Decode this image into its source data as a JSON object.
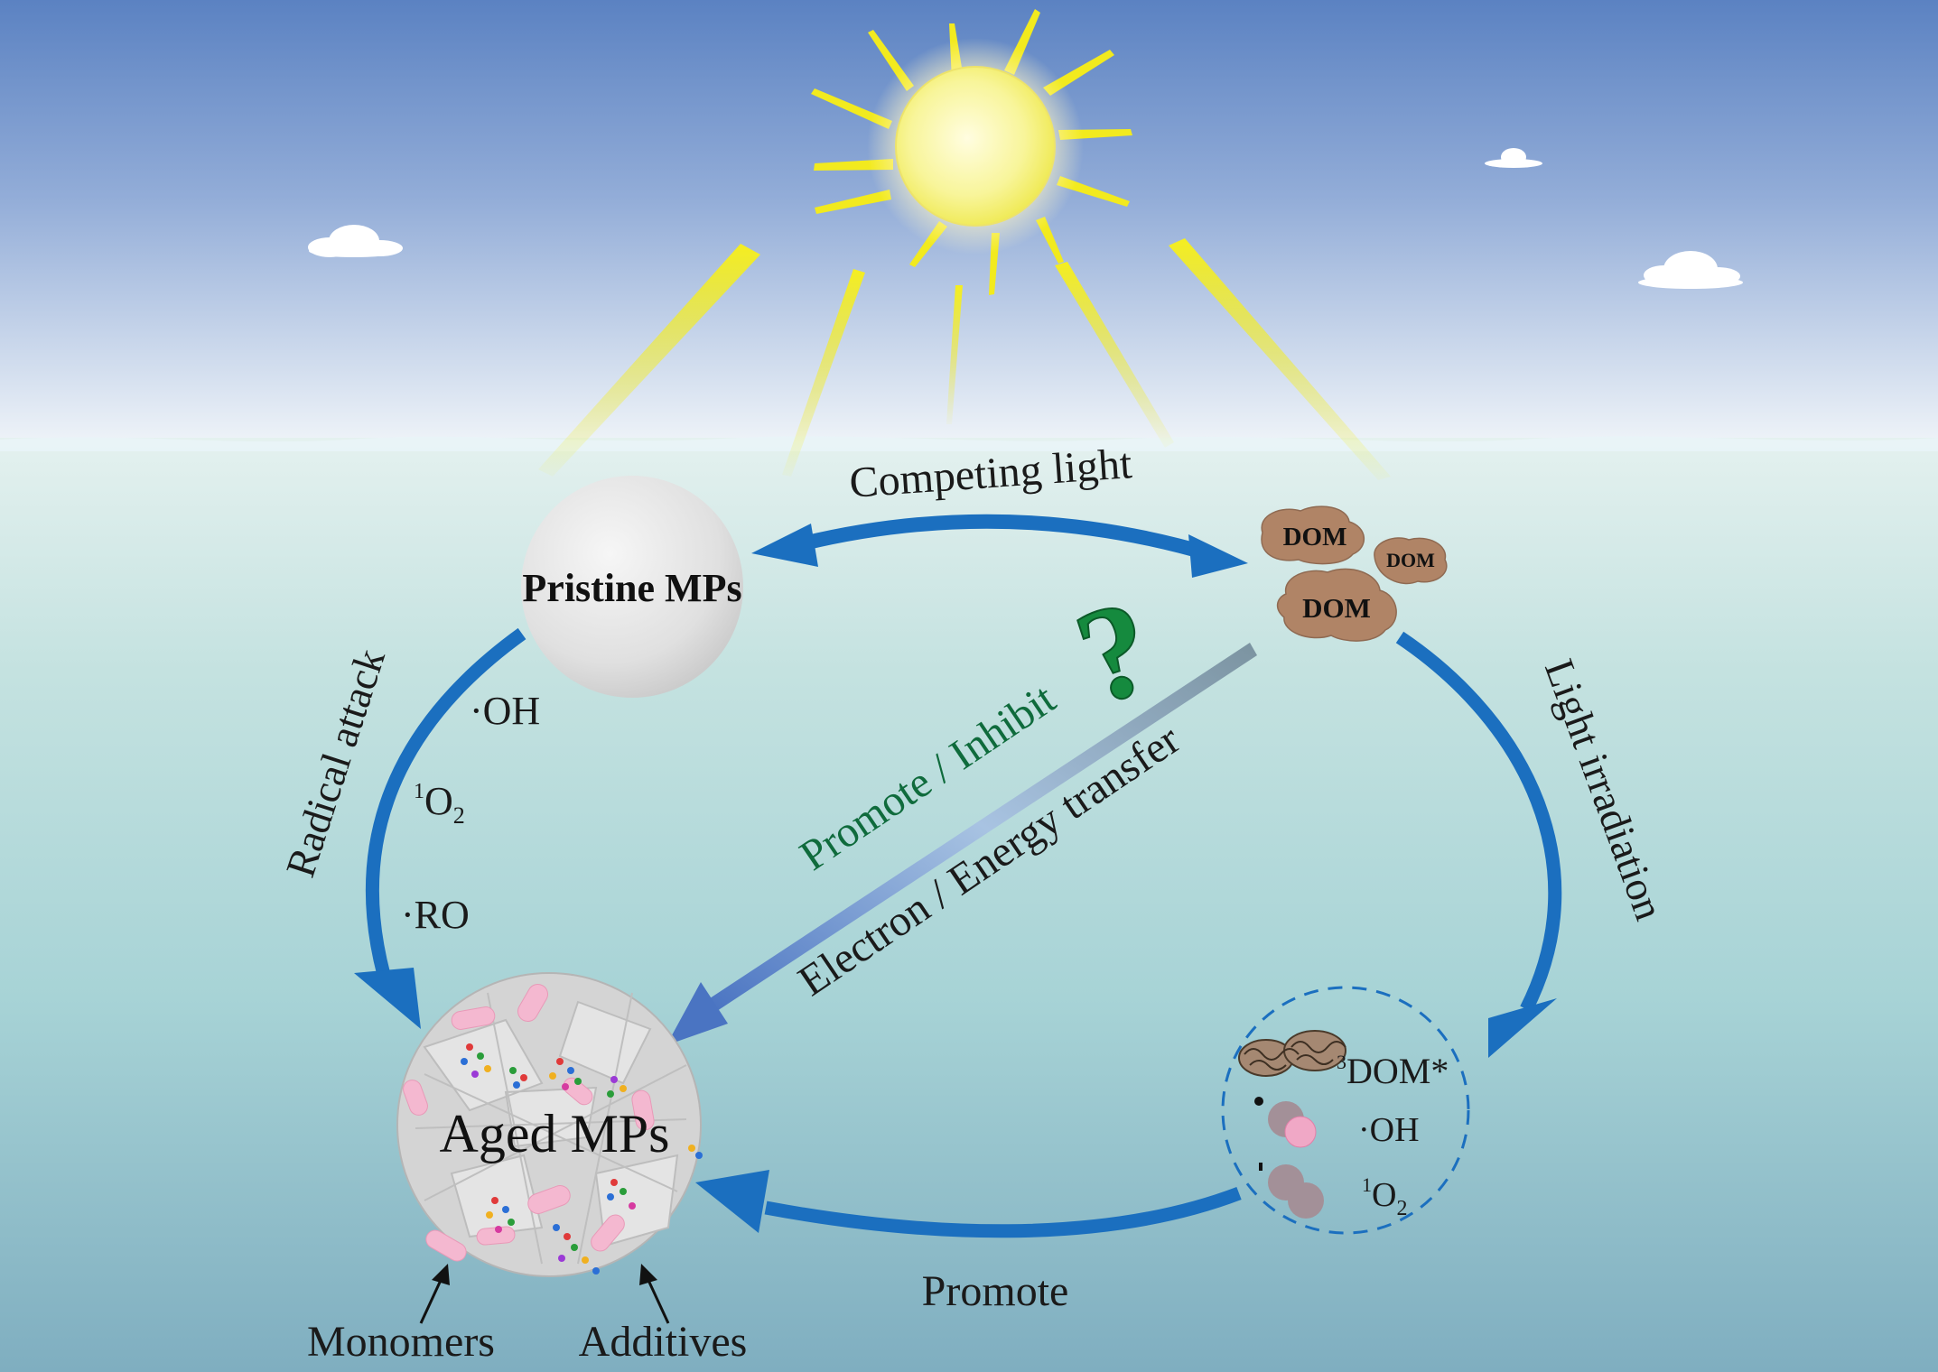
{
  "labels": {
    "pristine_mps": "Pristine MPs",
    "aged_mps": "Aged MPs",
    "dom": "DOM",
    "competing_light": "Competing light",
    "radical_attack": "Radical attack",
    "light_irradiation": "Light irradiation",
    "promote_inhibit": "Promote / Inhibit",
    "electron_energy_transfer": "Electron / Energy transfer",
    "question_mark": "?",
    "promote": "Promote",
    "monomers": "Monomers",
    "additives": "Additives"
  },
  "species_left": {
    "oh": "·OH",
    "singlet_o2_sup": "1",
    "singlet_o2_main": "O",
    "singlet_o2_sub": "2",
    "ro": "·RO"
  },
  "species_right": {
    "dom_star_sup": "3",
    "dom_star_main": "DOM*",
    "oh": "·OH",
    "singlet_o2_sup": "1",
    "singlet_o2_main": "O",
    "singlet_o2_sub": "2"
  },
  "colors": {
    "sky_top": "#5b82c2",
    "sky_bottom": "#e6eef6",
    "water_top": "#d8ebea",
    "water_mid": "#a9d5d7",
    "water_bottom": "#7fb0c2",
    "arrow_blue": "#1b6fbf",
    "promote_green": "#0f6b3c",
    "dom_brown": "#b08466",
    "sun_core": "#f5f070",
    "ray_yellow": "#f2ea1e",
    "mp_gray": "#d8d8d8",
    "pink_fragment": "#f4b8d0"
  }
}
